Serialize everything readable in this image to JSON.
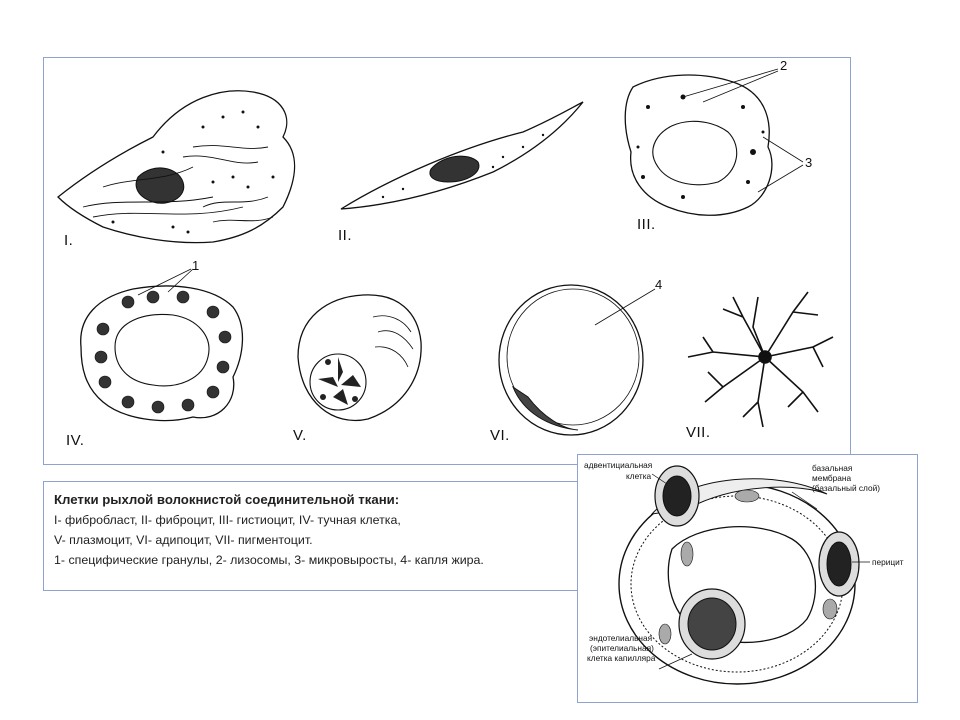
{
  "cells": {
    "labels": [
      "I.",
      "II.",
      "III.",
      "IV.",
      "V.",
      "VI.",
      "VII."
    ],
    "markers": [
      "1",
      "2",
      "3",
      "4"
    ]
  },
  "caption": {
    "title": "Клетки рыхлой волокнистой соединительной ткани:",
    "line1": "I- фибробласт, II- фиброцит, III- гистиоцит, IV- тучная клетка,",
    "line2": "V- плазмоцит, VI- адипоцит, VII- пигментоцит.",
    "line3": "1- специфические гранулы, 2- лизосомы, 3- микровыросты, 4- капля жира."
  },
  "capillary": {
    "adventitial_cell_1": "адвентициальная",
    "adventitial_cell_2": "клетка",
    "basal_membrane_1": "базальная",
    "basal_membrane_2": "мембрана",
    "basal_membrane_3": "(базальный слой)",
    "pericyte": "перицит",
    "endothelial_1": "эндотелиальная",
    "endothelial_2": "(эпителиальная)",
    "endothelial_3": "клетка капилляра"
  }
}
